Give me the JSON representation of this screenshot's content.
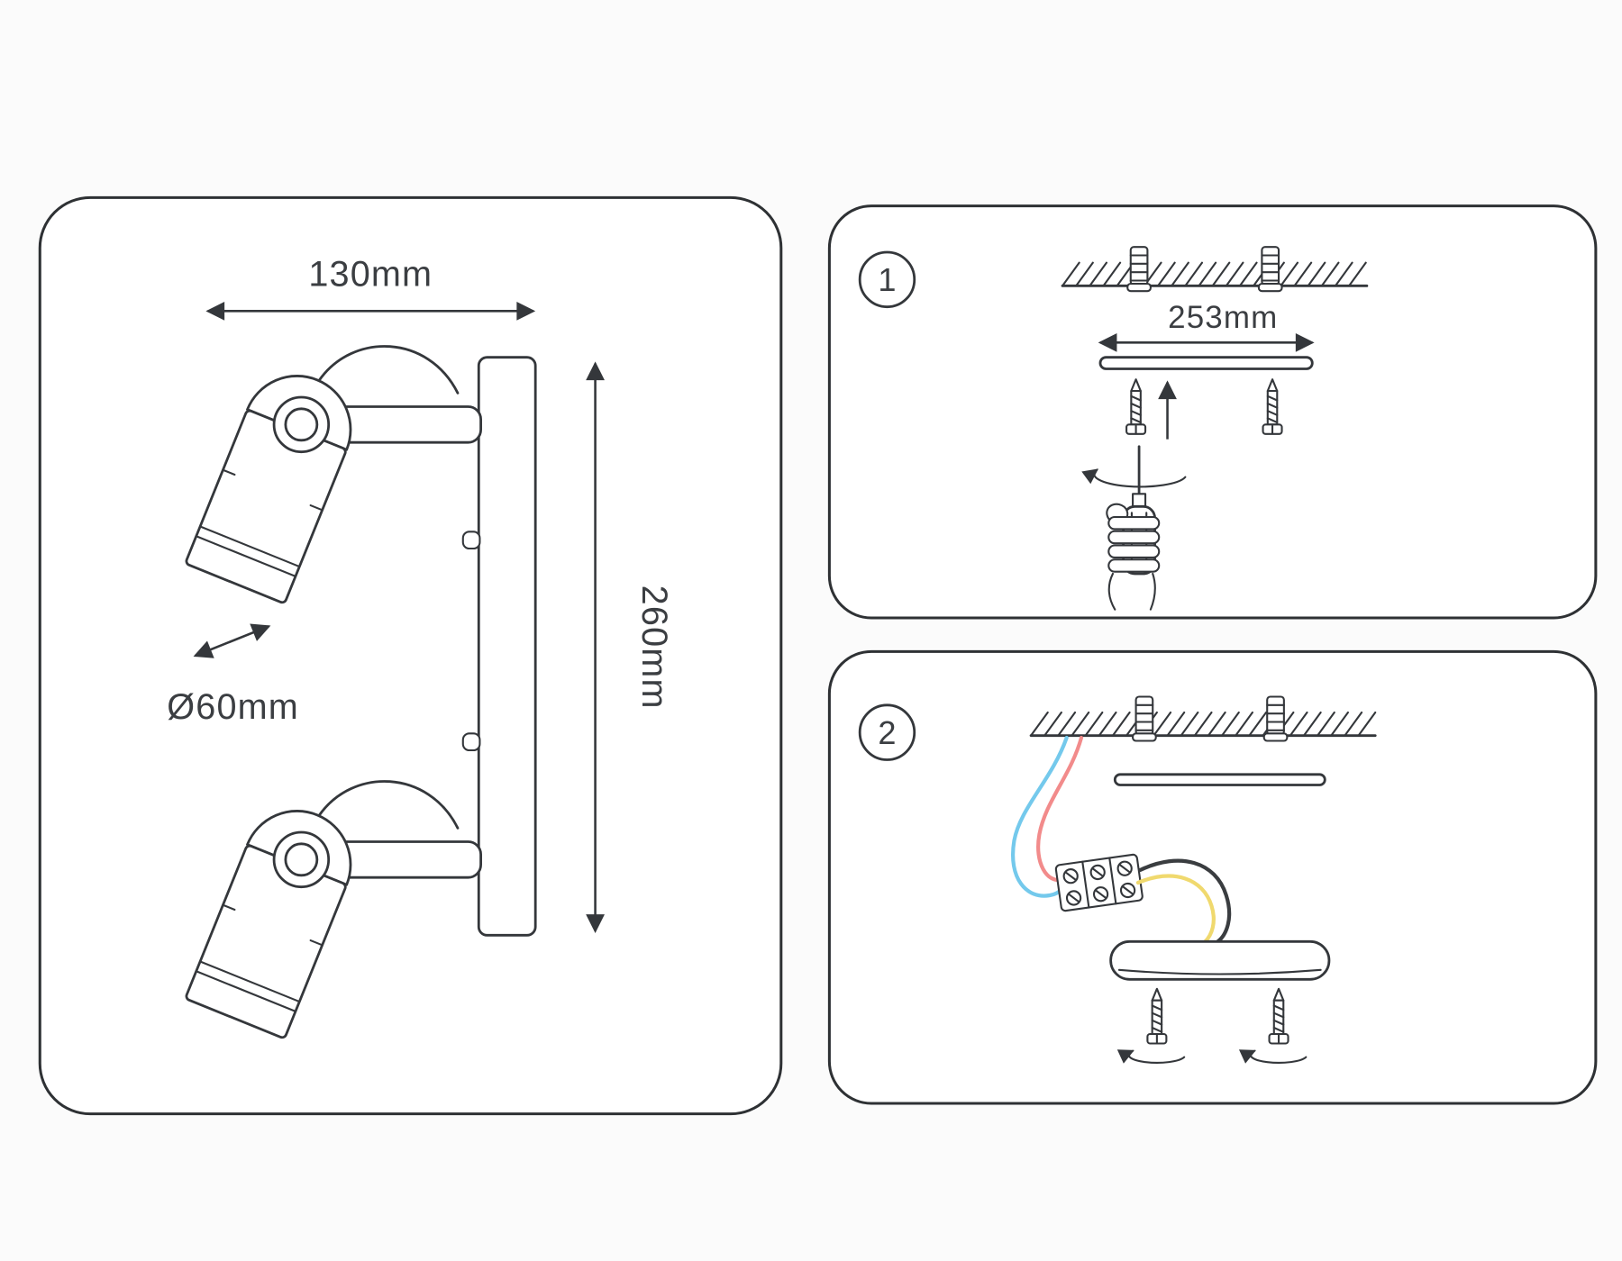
{
  "diagram": {
    "left_panel": {
      "width_label": "130mm",
      "height_label": "260mm",
      "diameter_label": "Ø60mm"
    },
    "step1": {
      "number": "1",
      "distance_label": "253mm"
    },
    "step2": {
      "number": "2"
    }
  },
  "colors": {
    "ink": "#34373b",
    "wire_blue": "#74c9ec",
    "wire_red": "#f28b8b",
    "wire_yellow": "#f0d96e",
    "wire_black": "#3a3d40"
  }
}
